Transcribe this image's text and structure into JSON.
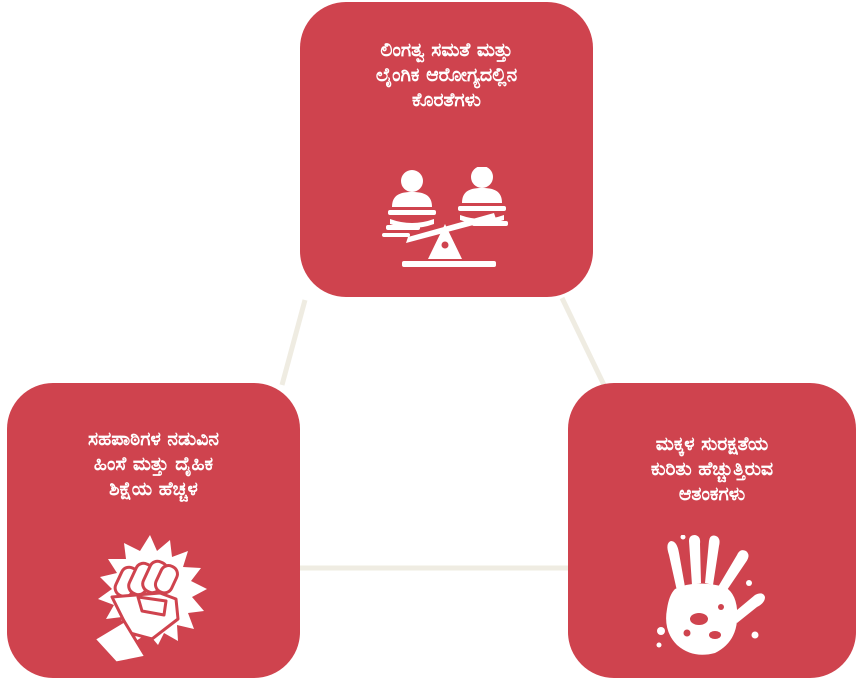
{
  "colors": {
    "card_fill": "#cf434e",
    "card_text": "#ffffff",
    "connector": "#efece2"
  },
  "cards": [
    {
      "text": "ಲಿಂಗತ್ವ  ಸಮತೆ ಮತ್ತು\nಲೈಂಗಿಕ ಆರೋಗ್ಯದಲ್ಲಿನ\nಕೊರತೆಗಳು",
      "icon": "balance-scale-people-icon"
    },
    {
      "text": "ಸಹಪಾಠಿಗಳ ನಡುವಿನ\nಹಿಂಸೆ ಮತ್ತು ದೈಹಿಕ\nಶಿಕ್ಷೆಯ ಹೆಚ್ಚಳ",
      "icon": "fist-burst-icon"
    },
    {
      "text": "ಮಕ್ಕಳ ಸುರಕ್ಷತೆಯ\nಕುರಿತು ಹೆಚ್ಚುತ್ತಿರುವ\nಆತಂಕಗಳು",
      "icon": "handprint-icon"
    }
  ]
}
